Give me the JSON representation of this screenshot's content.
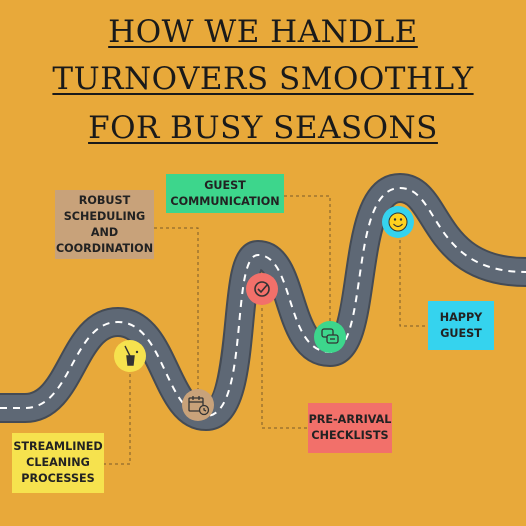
{
  "title": {
    "line1": "HOW WE HANDLE",
    "line2": "TURNOVERS SMOOTHLY",
    "line3": "FOR BUSY SEASONS"
  },
  "steps": [
    {
      "label_lines": [
        "STREAMLINED",
        "CLEANING",
        "PROCESSES"
      ],
      "color": "#F6E24E",
      "icon": "broom-bucket-icon"
    },
    {
      "label_lines": [
        "ROBUST",
        "SCHEDULING",
        "AND",
        "COORDINATION"
      ],
      "color": "#C8A27A",
      "icon": "calendar-clock-icon"
    },
    {
      "label_lines": [
        "GUEST",
        "COMMUNICATION"
      ],
      "color": "#3DD68C",
      "icon": "chat-bubbles-icon"
    },
    {
      "label_lines": [
        "PRE-ARRIVAL",
        "CHECKLISTS"
      ],
      "color": "#F2706A",
      "icon": "checkmark-circle-icon"
    },
    {
      "label_lines": [
        "HAPPY",
        "GUEST"
      ],
      "color": "#35D3EE",
      "icon": "smiley-face-icon"
    }
  ],
  "colors": {
    "background": "#E8A93A",
    "road": "#5E6875",
    "road_edge": "#444B55",
    "lane_marking": "#FFFFFF",
    "connector": "#7A5A2A"
  }
}
